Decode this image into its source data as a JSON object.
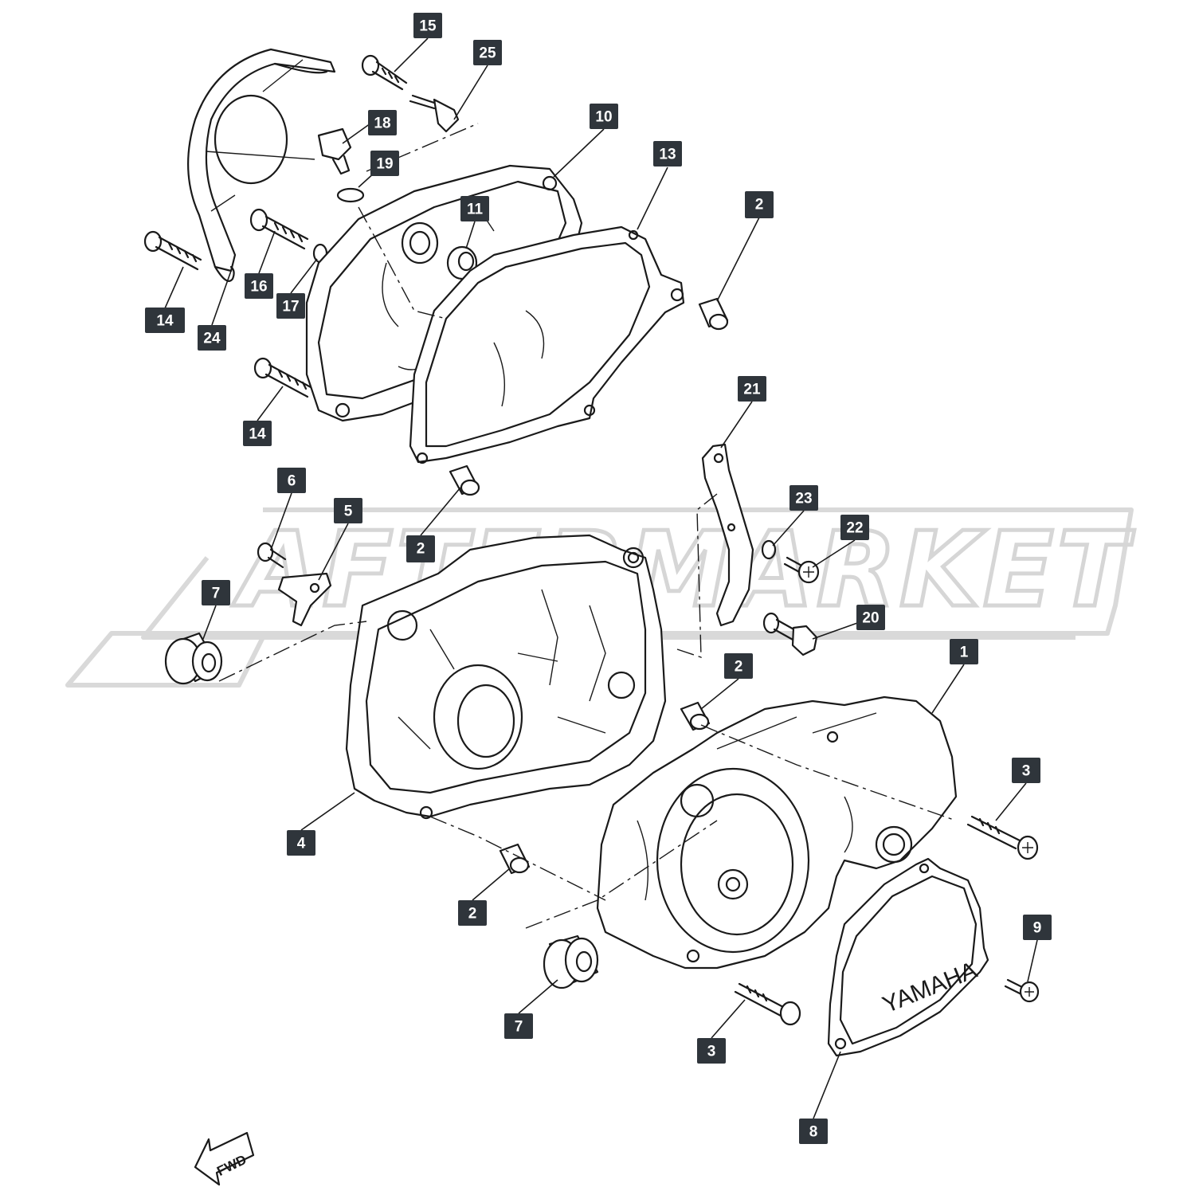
{
  "watermark": {
    "text": "AFTERMARKET"
  },
  "cover_logo": "YAMAHA",
  "direction_indicator": "FWD",
  "callouts": [
    "15",
    "25",
    "18",
    "19",
    "10",
    "11",
    "13",
    "2",
    "14",
    "16",
    "17",
    "24",
    "14",
    "6",
    "5",
    "2",
    "21",
    "23",
    "22",
    "7",
    "20",
    "1",
    "2",
    "3",
    "4",
    "2",
    "9",
    "7",
    "3",
    "8"
  ]
}
